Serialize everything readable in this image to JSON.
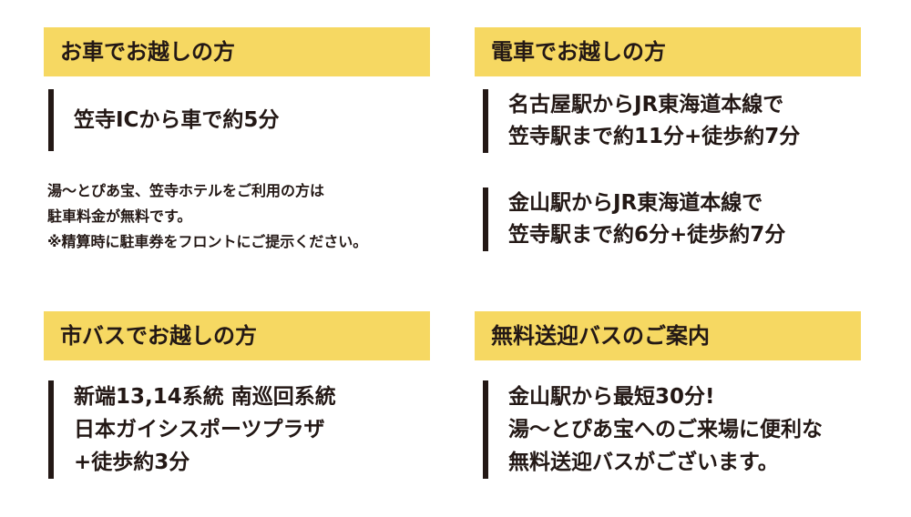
{
  "car": {
    "title": "お車でお越しの方",
    "lines": [
      "笠寺ICから車で約5分"
    ],
    "note": [
      "湯〜とぴあ宝、笠寺ホテルをご利用の方は",
      "駐車料金が無料です。",
      "※精算時に駐車券をフロントにご提示ください。"
    ]
  },
  "train": {
    "title": "電車でお越しの方",
    "route1": [
      "名古屋駅からJR東海道本線で",
      "笠寺駅まで約11分+徒歩約7分"
    ],
    "route2": [
      "金山駅からJR東海道本線で",
      "笠寺駅まで約6分+徒歩約7分"
    ]
  },
  "bus": {
    "title": "市バスでお越しの方",
    "lines": [
      "新端13,14系統 南巡回系統",
      "日本ガイシスポーツプラザ",
      "+徒歩約3分"
    ]
  },
  "shuttle": {
    "title": "無料送迎バスのご案内",
    "lines": [
      "金山駅から最短30分!",
      "湯〜とぴあ宝へのご来場に便利な",
      "無料送迎バスがございます。"
    ]
  }
}
